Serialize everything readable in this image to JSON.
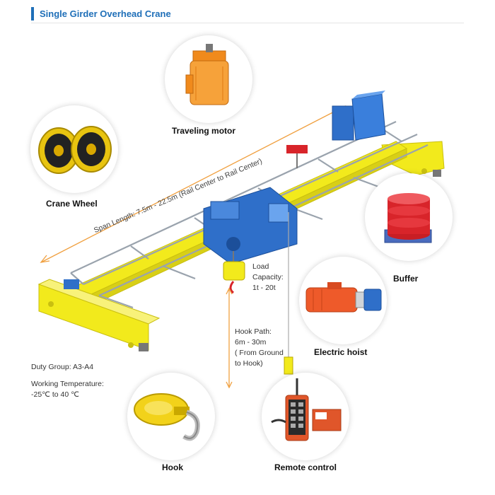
{
  "header": {
    "title": "Single Girder Overhead Crane"
  },
  "components": {
    "traveling_motor": {
      "label": "Traveling motor",
      "icon": "motor-icon"
    },
    "crane_wheel": {
      "label": "Crane Wheel",
      "icon": "wheel-icon"
    },
    "buffer": {
      "label": "Buffer",
      "icon": "buffer-icon"
    },
    "electric_hoist": {
      "label": "Electric hoist",
      "icon": "hoist-icon"
    },
    "hook": {
      "label": "Hook",
      "icon": "hook-icon"
    },
    "remote_control": {
      "label": "Remote control",
      "icon": "remote-icon"
    }
  },
  "specs": {
    "span": "Span Length: 7.5m - 22.5m (Rail Center to Rail Center)",
    "load_capacity_label": "Load",
    "load_capacity_label2": "Capacity:",
    "load_capacity_value": "1t - 20t",
    "hook_path_label": "Hook Path:",
    "hook_path_value": "6m - 30m",
    "hook_path_note1": "( From Ground",
    "hook_path_note2": " to Hook)",
    "duty_group": "Duty Group: A3-A4",
    "working_temp_label": "Working Temperature:",
    "working_temp_value": "-25℃ to 40 ℃"
  },
  "colors": {
    "accent": "#1f6fb8",
    "girder_yellow": "#f2ea1c",
    "hoist_blue": "#2f6fc9",
    "arrow_orange": "#f0a040",
    "motor_orange": "#f08a1c",
    "buffer_red": "#d8242a"
  }
}
